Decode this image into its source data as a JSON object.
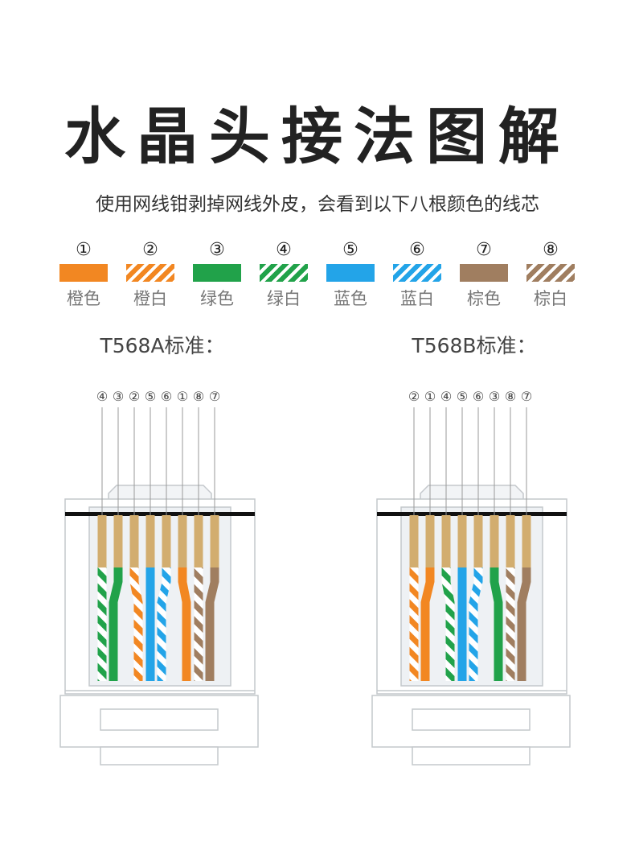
{
  "title": "水晶头接法图解",
  "subtitle": "使用网线钳剥掉网线外皮，会看到以下八根颜色的线芯",
  "colors": {
    "orange": "#f28722",
    "green": "#21a24a",
    "blue": "#23a4e8",
    "brown": "#a07e60",
    "copper": "#d2ad6f"
  },
  "legend": [
    {
      "num": "①",
      "label": "橙色",
      "color": "orange",
      "striped": false
    },
    {
      "num": "②",
      "label": "橙白",
      "color": "orange",
      "striped": true
    },
    {
      "num": "③",
      "label": "绿色",
      "color": "green",
      "striped": false
    },
    {
      "num": "④",
      "label": "绿白",
      "color": "green",
      "striped": true
    },
    {
      "num": "⑤",
      "label": "蓝色",
      "color": "blue",
      "striped": false
    },
    {
      "num": "⑥",
      "label": "蓝白",
      "color": "blue",
      "striped": true
    },
    {
      "num": "⑦",
      "label": "棕色",
      "color": "brown",
      "striped": false
    },
    {
      "num": "⑧",
      "label": "棕白",
      "color": "brown",
      "striped": true
    }
  ],
  "standards": [
    {
      "label": "T568A标准：",
      "order": [
        4,
        3,
        2,
        5,
        6,
        1,
        8,
        7
      ]
    },
    {
      "label": "T568B标准：",
      "order": [
        2,
        1,
        4,
        5,
        6,
        3,
        8,
        7
      ]
    }
  ]
}
